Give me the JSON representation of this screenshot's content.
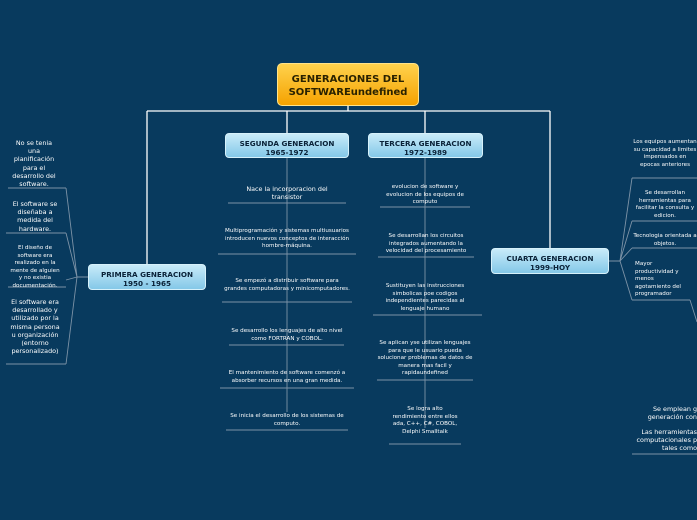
{
  "root": {
    "line1": "GENERACIONES DEL",
    "line2": "SOFTWAREundefined"
  },
  "primera": {
    "title": "PRIMERA GENERACION",
    "years": "1950 - 1965",
    "items": [
      "No se tenia una planificación para el desarrollo del software.",
      "El software se diseñaba a medida del hardware.",
      "El diseño de software era realizado en la mente de alguien y no existia documentación.",
      "El software era desarrollado y utilizado por la misma persona u organización (entorno personalizado)"
    ]
  },
  "segunda": {
    "title": "SEGUNDA GENERACION",
    "years": "1965-1972",
    "items": [
      "Nace la incorporacion del transistor",
      "Multiprogramación y sistemas multiusuarios introducen nuevos conceptos de interacción hombre-máquina.",
      "Se empezó a distribuir software para grandes computadoras y minicomputadores.",
      "Se desarrollo los lenguajes de alto nivel como FORTRAN y COBOL.",
      "El mantenimiento de software comenzó a absorber recursos en una gran medida.",
      "Se inicia el desarrollo de los sistemas de computo."
    ]
  },
  "tercera": {
    "title": "TERCERA GENERACION",
    "years": "1972-1989",
    "items": [
      "evolucion de software y evolucion de los equipos de computo",
      "Se desarrollan los circuitos integrados aumentando la velocidad del procesamiento",
      "Sustituyen las instrucciones simbolicas poe codigos independientes parecidas al lenguaje humano",
      "Se aplican yse utilizan lenguajes para que le usuario pueda solucionar problemas de datos de manera mas facil y rapidaundefined",
      "Se logra alto rendimiento entre ellos ada, C++, C#, COBOL, Delphi Smalltalk"
    ]
  },
  "cuarta": {
    "title": "CUARTA GENERACION",
    "years": "1999-HOY",
    "items": [
      "Los equipos aumentan su capacidad a limites impensados en epocas anteriores",
      "Se desarrollan herramientas para facilitar la consulta y edicion.",
      "Tecnologia orientada a objetos.",
      "Mayor productividad y menos agotamiento del programador"
    ],
    "extra": [
      "Se emplean g generación con",
      "Las herramientas computacionales p tales como"
    ]
  }
}
